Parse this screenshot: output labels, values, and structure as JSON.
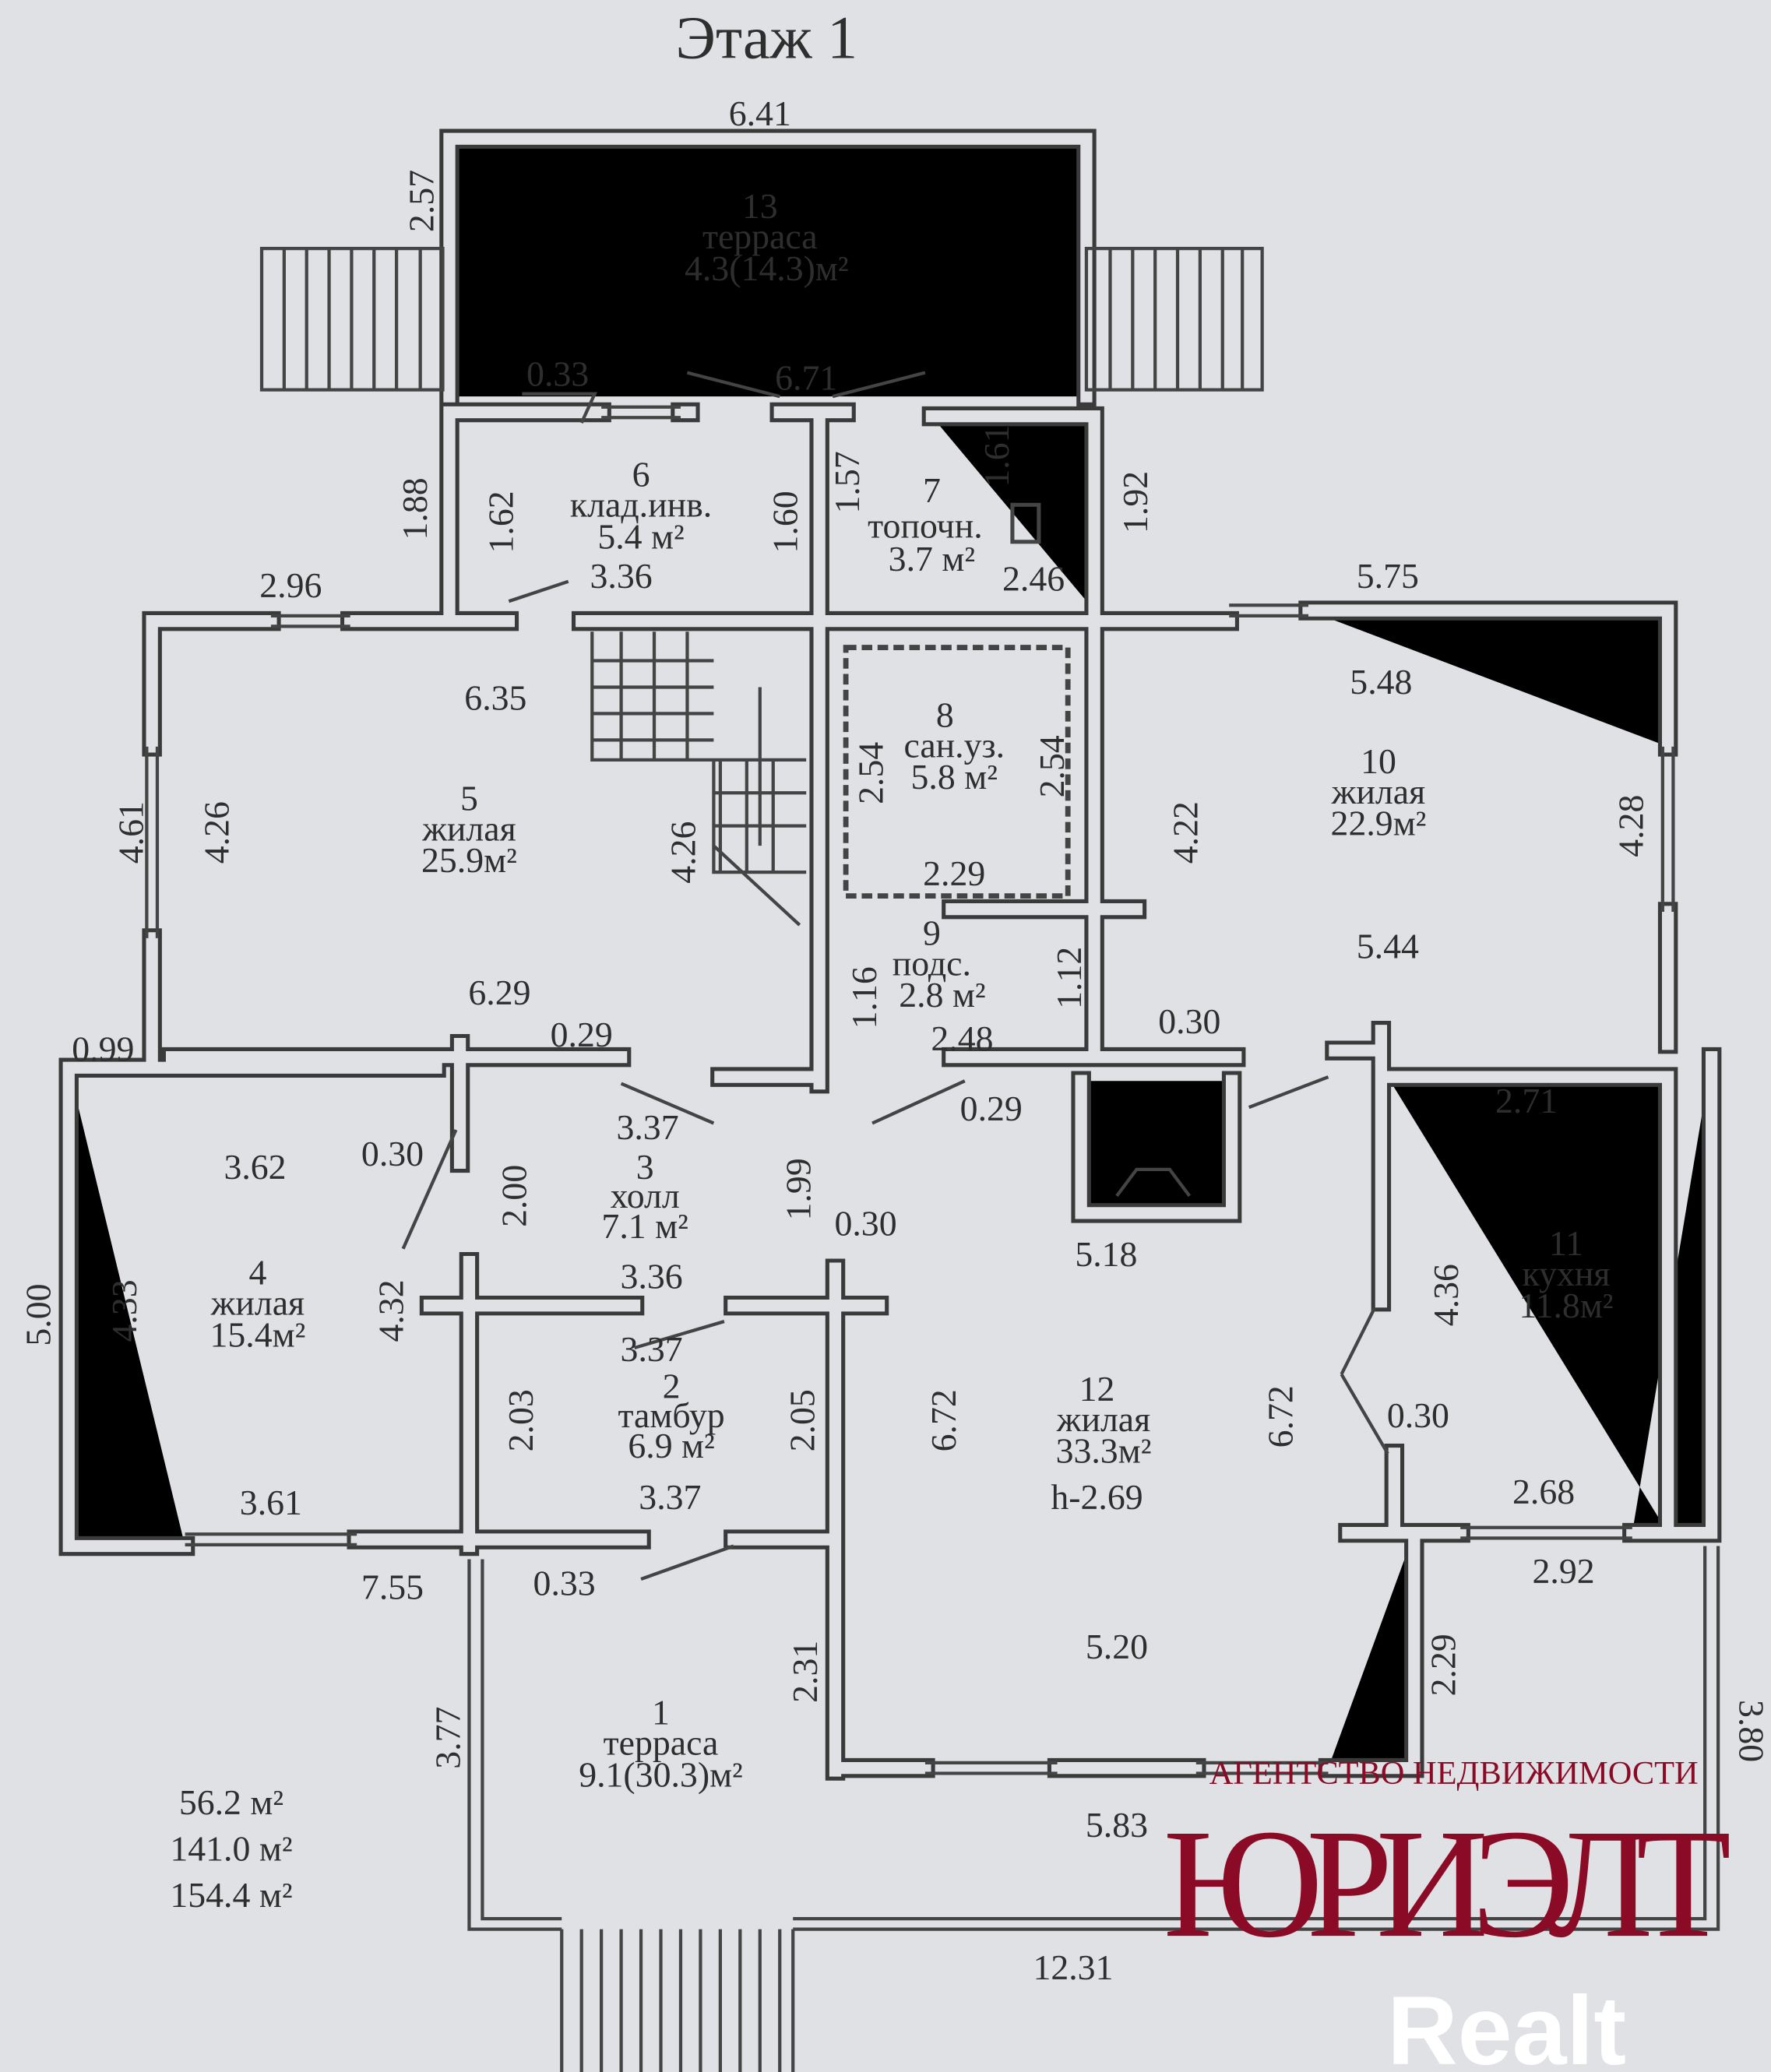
{
  "title": "Этаж 1",
  "rooms": [
    {
      "num": "1",
      "name": "терраса",
      "area": "9.1(30.3)м²"
    },
    {
      "num": "2",
      "name": "тамбур",
      "area": "6.9 м²"
    },
    {
      "num": "3",
      "name": "холл",
      "area": "7.1 м²"
    },
    {
      "num": "4",
      "name": "жилая",
      "area": "15.4м²"
    },
    {
      "num": "5",
      "name": "жилая",
      "area": "25.9м²"
    },
    {
      "num": "6",
      "name": "клад.инв.",
      "area": "5.4 м²"
    },
    {
      "num": "7",
      "name": "топочн.",
      "area": "3.7 м²"
    },
    {
      "num": "8",
      "name": "сан.уз.",
      "area": "5.8 м²"
    },
    {
      "num": "9",
      "name": "подс.",
      "area": "2.8 м²"
    },
    {
      "num": "10",
      "name": "жилая",
      "area": "22.9м²"
    },
    {
      "num": "11",
      "name": "кухня",
      "area": "11.8м²"
    },
    {
      "num": "12",
      "name": "жилая",
      "area": "33.3м²",
      "height": "h-2.69"
    },
    {
      "num": "13",
      "name": "терраса",
      "area": "4.3(14.3)м²"
    }
  ],
  "dims": [
    "6.41",
    "2.57",
    "0.33",
    "6.71",
    "1.88",
    "1.62",
    "1.60",
    "1.57",
    "1.61",
    "1.92",
    "3.36",
    "2.46",
    "2.96",
    "5.75",
    "6.35",
    "5.48",
    "4.61",
    "4.26",
    "4.26",
    "2.54",
    "2.54",
    "2.29",
    "4.22",
    "4.28",
    "5.44",
    "6.29",
    "1.16",
    "1.12",
    "2.48",
    "0.30",
    "0.99",
    "0.29",
    "0.29",
    "2.71",
    "3.37",
    "3.62",
    "0.30",
    "2.00",
    "1.99",
    "0.30",
    "5.18",
    "3.36",
    "4.36",
    "5.00",
    "4.33",
    "4.32",
    "3.37",
    "2.03",
    "2.05",
    "6.72",
    "6.72",
    "0.30",
    "3.37",
    "2.68",
    "3.61",
    "2.92",
    "7.55",
    "0.33",
    "5.20",
    "2.31",
    "2.29",
    "3.77",
    "3.80",
    "5.83",
    "12.31"
  ],
  "totals": [
    "56.2  м²",
    "141.0 м²",
    "154.4 м²"
  ],
  "logo": {
    "agency": "АГЕНТСТВО НЕДВИЖИМОСТИ",
    "name": "ЮРИЭЛТ",
    "watermark": "Realt",
    "color": "#8b0a26"
  }
}
